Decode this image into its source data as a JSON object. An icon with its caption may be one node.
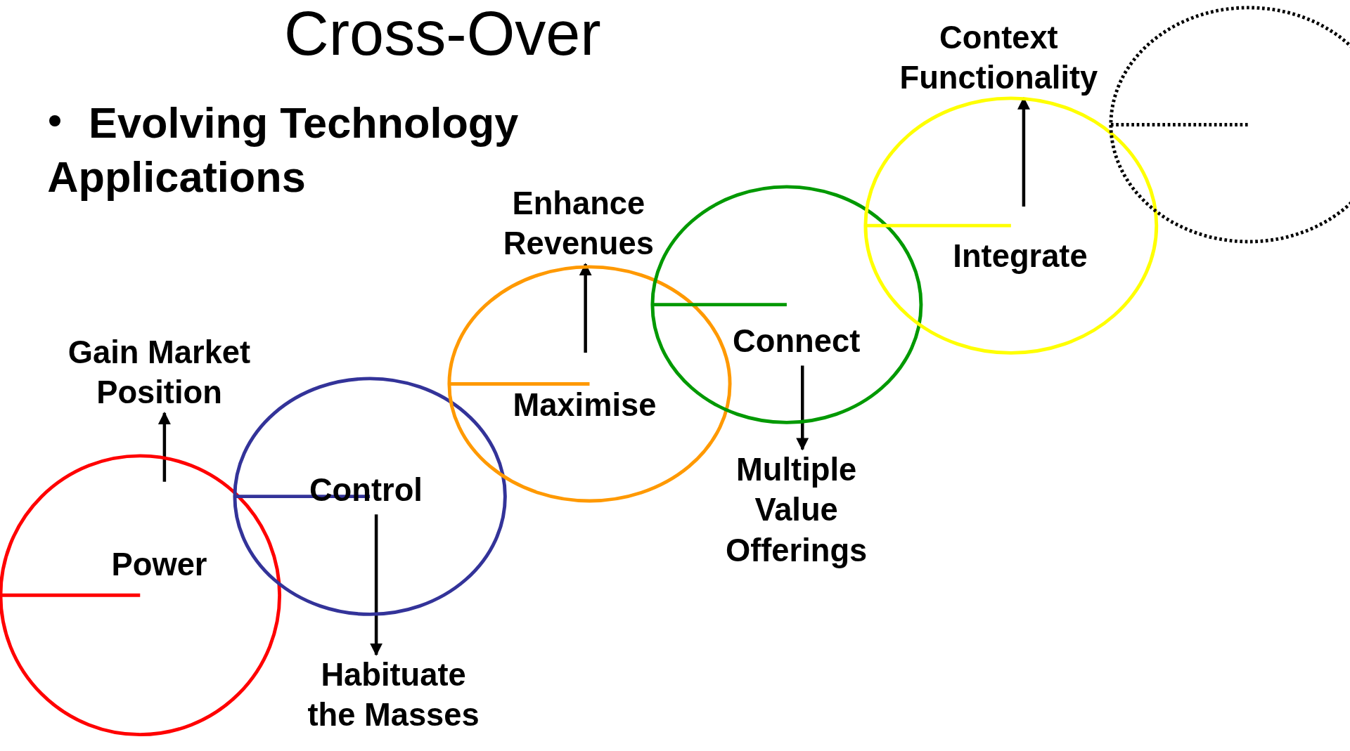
{
  "diagram": {
    "title": "Cross-Over",
    "nodes": [
      {
        "text": [
          "Power"
        ]
      },
      {
        "text": [
          "Control"
        ]
      },
      {
        "text": [
          "Maximise"
        ]
      },
      {
        "text": [
          "Connect"
        ]
      },
      {
        "text": [
          "Integrate"
        ]
      },
      {
        "text": [],
        "shape": "circle"
      },
      {
        "text": [
          "Gain Market Position"
        ]
      },
      {
        "text": [
          "Habituate the Masses"
        ]
      },
      {
        "text": [
          "Enhance Revenues"
        ]
      },
      {
        "text": [
          "Multiple Value Offerings"
        ]
      },
      {
        "text": [
          "Context Functionality"
        ]
      }
    ],
    "edges": [
      {
        "from": 0,
        "to": 6,
        "arrow": "to"
      },
      {
        "from": 1,
        "to": 7,
        "arrow": "to"
      },
      {
        "from": 2,
        "to": 8,
        "arrow": "to"
      },
      {
        "from": 3,
        "to": 9,
        "arrow": "to"
      },
      {
        "from": 4,
        "to": 10,
        "arrow": "to"
      }
    ],
    "labels": [
      "Evolving Technology Applications"
    ]
  }
}
